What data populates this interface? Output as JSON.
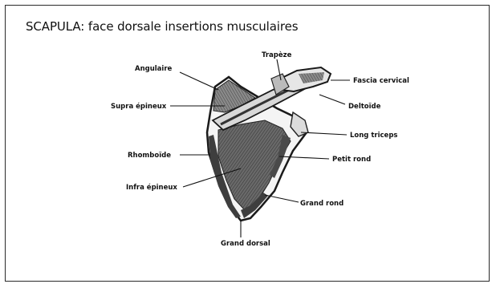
{
  "title": "SCAPULA: face dorsale insertions musculaires",
  "labels": {
    "trapeze": "Trapèze",
    "angulaire": "Angulaire",
    "fascia_cervical": "Fascia cervical",
    "supra_epineux": "Supra épineux",
    "deltoide": "Deltoïde",
    "long_triceps": "Long triceps",
    "rhomboide": "Rhomboïde",
    "petit_rond": "Petit rond",
    "infra_epineux": "Infra épineux",
    "grand_rond": "Grand  rond",
    "grand_dorsal": "Grand dorsal"
  },
  "colors": {
    "bone_outline": "#1a1a1a",
    "muscle_area": "#5a5a5a",
    "bone_light": "#f2f2f2"
  }
}
